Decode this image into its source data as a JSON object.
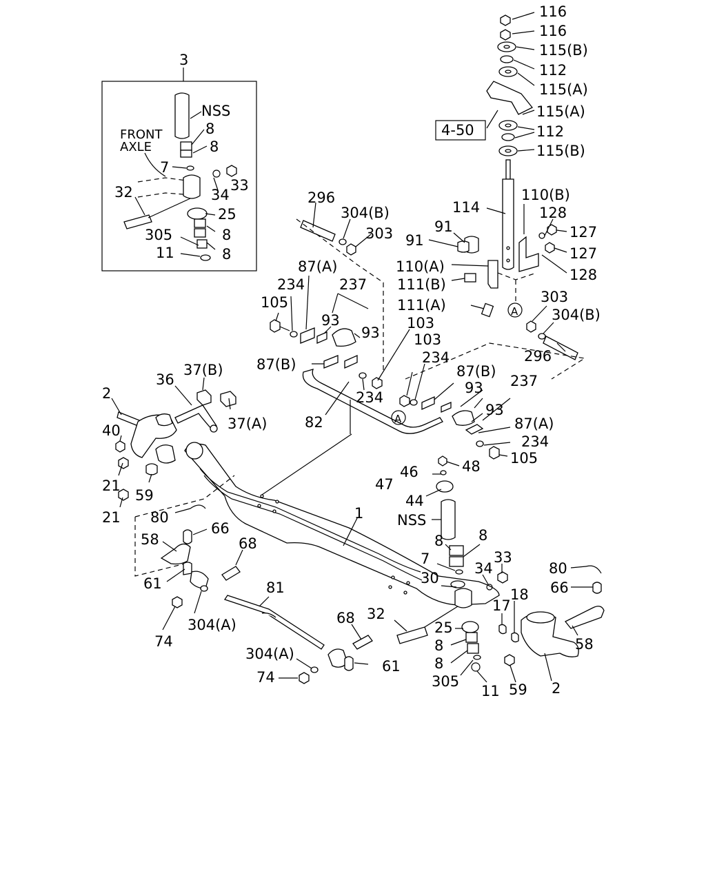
{
  "callouts": {
    "c116a": "116",
    "c116b": "116",
    "c115b_top": "115(B)",
    "c112_top": "112",
    "c115a_top": "115(A)",
    "c115a_mid": "115(A)",
    "c112_mid": "112",
    "c115b_mid": "115(B)",
    "c4_50": "4-50",
    "c114": "114",
    "c110b": "110(B)",
    "c128a": "128",
    "c127a": "127",
    "c127b": "127",
    "c128b": "128",
    "c91a": "91",
    "c91b": "91",
    "c110a": "110(A)",
    "c111b": "111(B)",
    "c111a": "111(A)",
    "c296_top": "296",
    "c304b_top": "304(B)",
    "c303_top": "303",
    "c303_r": "303",
    "c304b_r": "304(B)",
    "c296_r": "296",
    "c87a_l": "87(A)",
    "c234_l": "234",
    "c237_l": "237",
    "c105_l": "105",
    "c93_l1": "93",
    "c93_l2": "93",
    "c103a": "103",
    "c87b_l": "87(B)",
    "c234_mid": "234",
    "c103b": "103",
    "c234_r": "234",
    "c87b_r": "87(B)",
    "c237_r": "237",
    "c93_r1": "93",
    "c93_r2": "93",
    "c87a_r": "87(A)",
    "c234_r2": "234",
    "c105_r": "105",
    "c82": "82",
    "c3": "3",
    "nss_box": "NSS",
    "c8_b1": "8",
    "c8_b2": "8",
    "front_axle_1": "FRONT",
    "front_axle_2": "AXLE",
    "c7_b": "7",
    "c34_b": "34",
    "c33_b": "33",
    "c32_b": "32",
    "c25_b": "25",
    "c305_b": "305",
    "c8_b3": "8",
    "c11_b": "11",
    "c8_b4": "8",
    "c2_l": "2",
    "c36": "36",
    "c37b": "37(B)",
    "c37a": "37(A)",
    "c40": "40",
    "c21a": "21",
    "c59_l": "59",
    "c21b": "21",
    "c46": "46",
    "c48": "48",
    "c47": "47",
    "c44": "44",
    "nss_mid": "NSS",
    "c1": "1",
    "c8_m1": "8",
    "c8_m2": "8",
    "c7_m": "7",
    "c33_m": "33",
    "c30": "30",
    "c34_m": "34",
    "c80_l": "80",
    "c66_l": "66",
    "c58_l": "58",
    "c68_l": "68",
    "c61_l": "61",
    "c81": "81",
    "c74_l": "74",
    "c304a_l": "304(A)",
    "c32_m": "32",
    "c25_m": "25",
    "c8_m3": "8",
    "c8_m4": "8",
    "c305_m": "305",
    "c11_m": "11",
    "c68_r": "68",
    "c304a_r": "304(A)",
    "c61_r": "61",
    "c74_r": "74",
    "c80_r": "80",
    "c66_r": "66",
    "c18": "18",
    "c17": "17",
    "c59_r": "59",
    "c2_r": "2",
    "c58_r": "58",
    "circle_a": "A"
  }
}
